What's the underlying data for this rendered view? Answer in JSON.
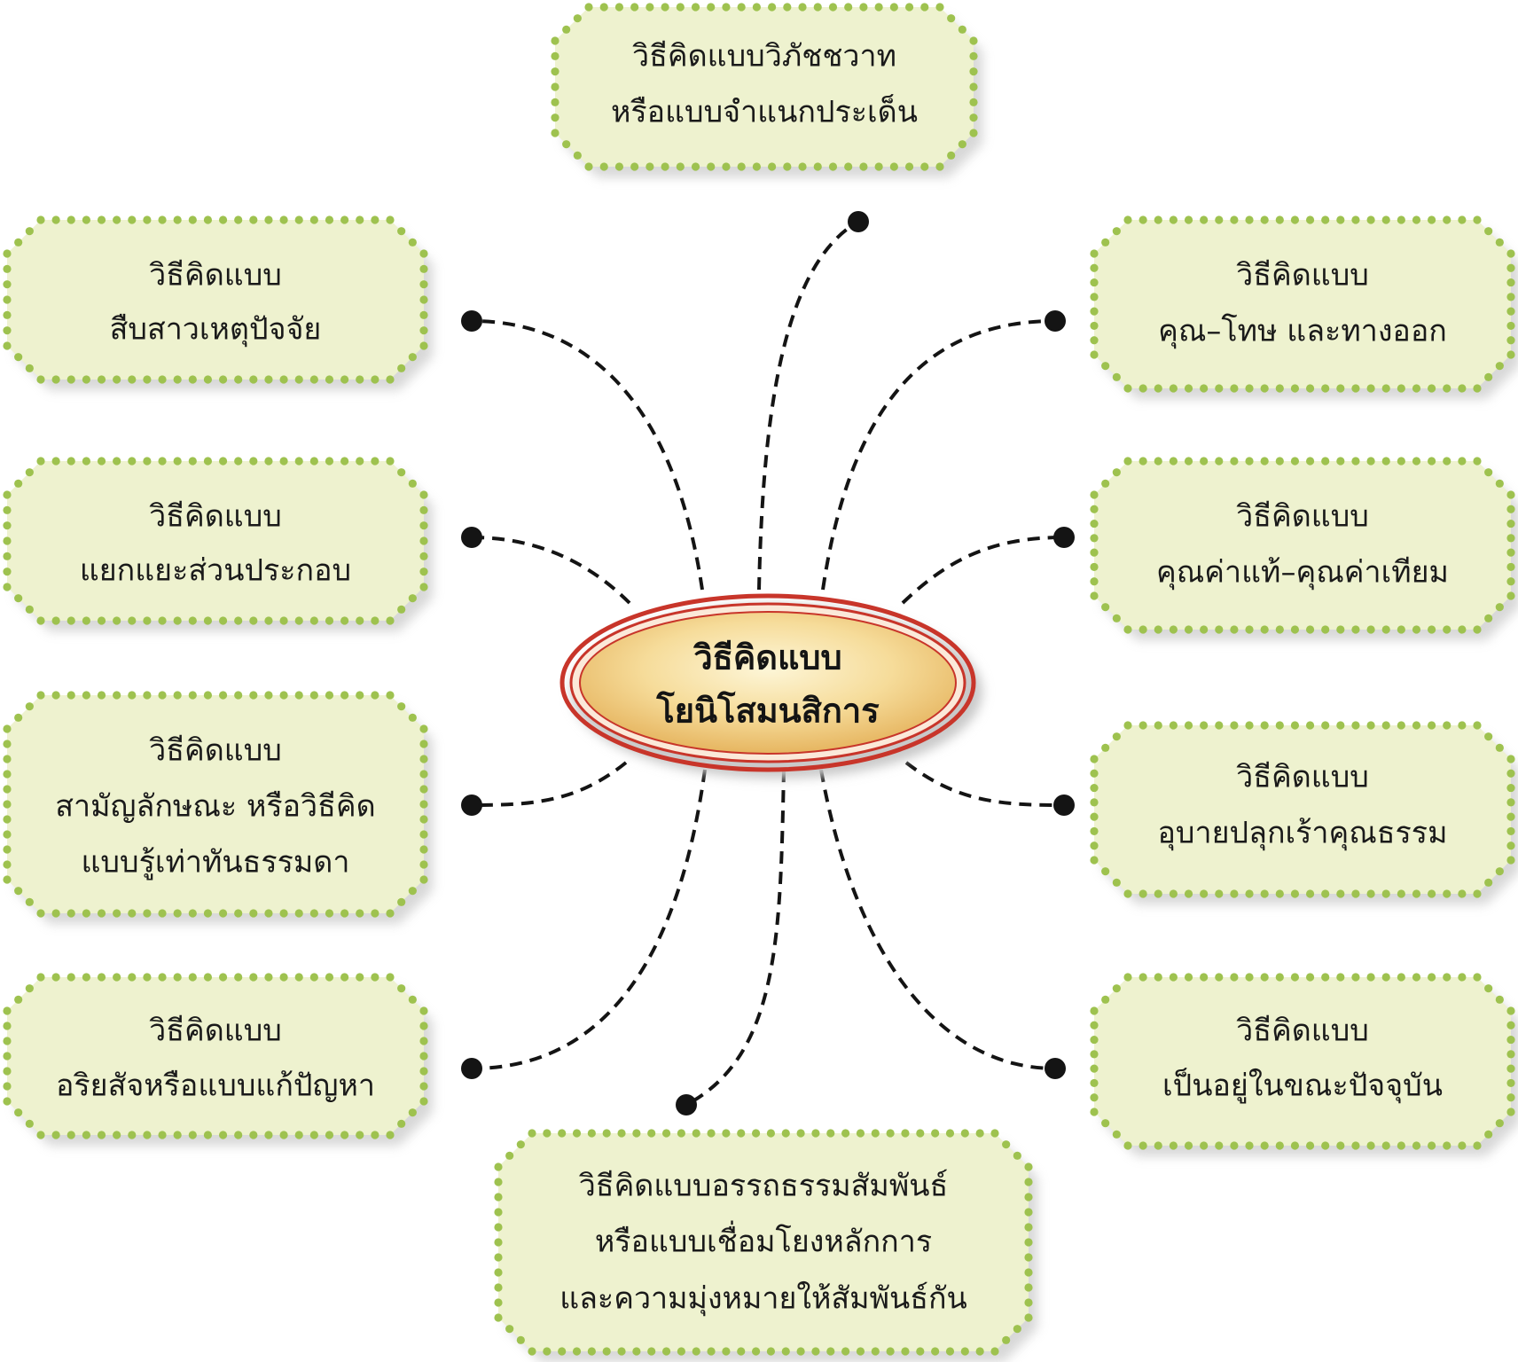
{
  "center": {
    "lines": [
      "วิธีคิดแบบ",
      "โยนิโสมนสิการ"
    ]
  },
  "nodes": {
    "top": {
      "lines": [
        "วิธีคิดแบบวิภัชชวาท",
        "หรือแบบจำแนกประเด็น"
      ]
    },
    "left1": {
      "lines": [
        "วิธีคิดแบบ",
        "สืบสาวเหตุปัจจัย"
      ]
    },
    "left2": {
      "lines": [
        "วิธีคิดแบบ",
        "แยกแยะส่วนประกอบ"
      ]
    },
    "left3": {
      "lines": [
        "วิธีคิดแบบ",
        "สามัญลักษณะ หรือวิธีคิด",
        "แบบรู้เท่าทันธรรมดา"
      ]
    },
    "left4": {
      "lines": [
        "วิธีคิดแบบ",
        "อริยสัจหรือแบบแก้ปัญหา"
      ]
    },
    "right1": {
      "lines": [
        "วิธีคิดแบบ",
        "คุณ–โทษ และทางออก"
      ]
    },
    "right2": {
      "lines": [
        "วิธีคิดแบบ",
        "คุณค่าแท้–คุณค่าเทียม"
      ]
    },
    "right3": {
      "lines": [
        "วิธีคิดแบบ",
        "อุบายปลุกเร้าคุณธรรม"
      ]
    },
    "right4": {
      "lines": [
        "วิธีคิดแบบ",
        "เป็นอยู่ในขณะปัจจุบัน"
      ]
    },
    "bottom": {
      "lines": [
        "วิธีคิดแบบอรรถธรรมสัมพันธ์",
        "หรือแบบเชื่อมโยงหลักการ",
        "และความมุ่งหมายให้สัมพันธ์กัน"
      ]
    }
  },
  "colors": {
    "box_fill": "#eef2cf",
    "box_dots": "#9ec24f",
    "box_shadow": "#b8b8b8",
    "ellipse_outer": "#c8352a",
    "ellipse_fill_center": "#fdf6d8",
    "ellipse_fill_edge": "#e6b560",
    "connector": "#141414"
  }
}
